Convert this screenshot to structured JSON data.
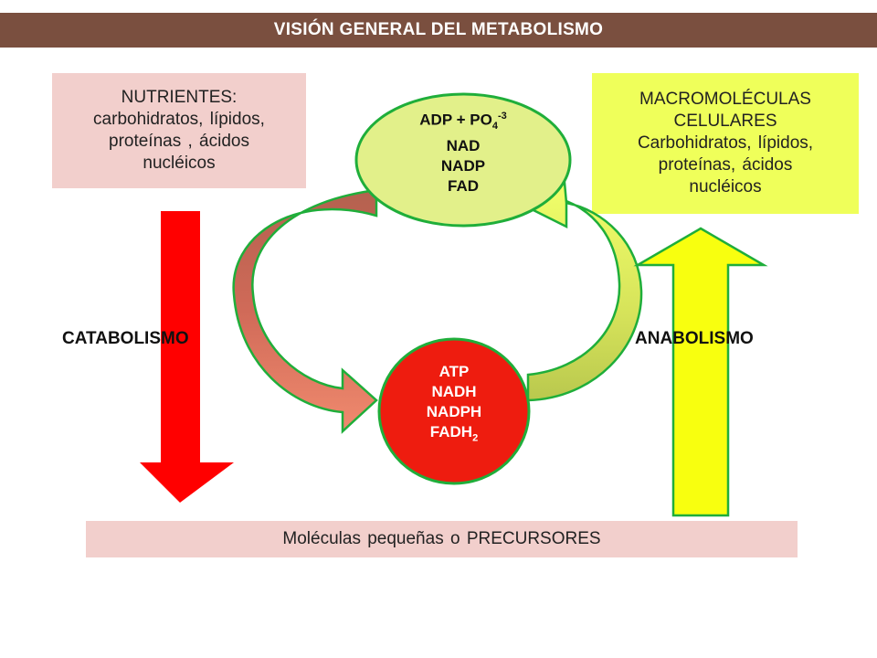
{
  "title": "VISIÓN GENERAL DEL METABOLISMO",
  "nutrientes": {
    "line1": "NUTRIENTES:",
    "line2": "carbohidratos, lípidos,",
    "line3": "proteínas , ácidos",
    "line4": "nucléicos"
  },
  "macromoleculas": {
    "line1": "MACROMOLÉCULAS",
    "line2": "CELULARES",
    "line3": "Carbohidratos, lípidos,",
    "line4": "proteínas, ácidos",
    "line5": "nucléicos"
  },
  "precursores": "Moléculas pequeñas o PRECURSORES",
  "catabolismo": "CATABOLISMO",
  "anabolismo": "ANABOLISMO",
  "top_cycle": {
    "adp": "ADP +  PO",
    "adp_sub": "4",
    "adp_sup": "-3",
    "nad": "NAD",
    "nadp": "NADP",
    "fad": "FAD"
  },
  "bottom_cycle": {
    "atp": "ATP",
    "nadh": "NADH",
    "nadph": "NADPH",
    "fadh": "FADH",
    "fadh_sub": "2"
  },
  "colors": {
    "title_bar": "#7a4f3f",
    "nutrientes_bg": "#f2cfcc",
    "macro_bg": "#efff5a",
    "top_ellipse": "#e2f08a",
    "bottom_circle": "#ee1c0f",
    "outline": "#1fae3a",
    "catabolism_arrow": "#ff0000",
    "anabolism_arrow": "#f8ff0f"
  }
}
